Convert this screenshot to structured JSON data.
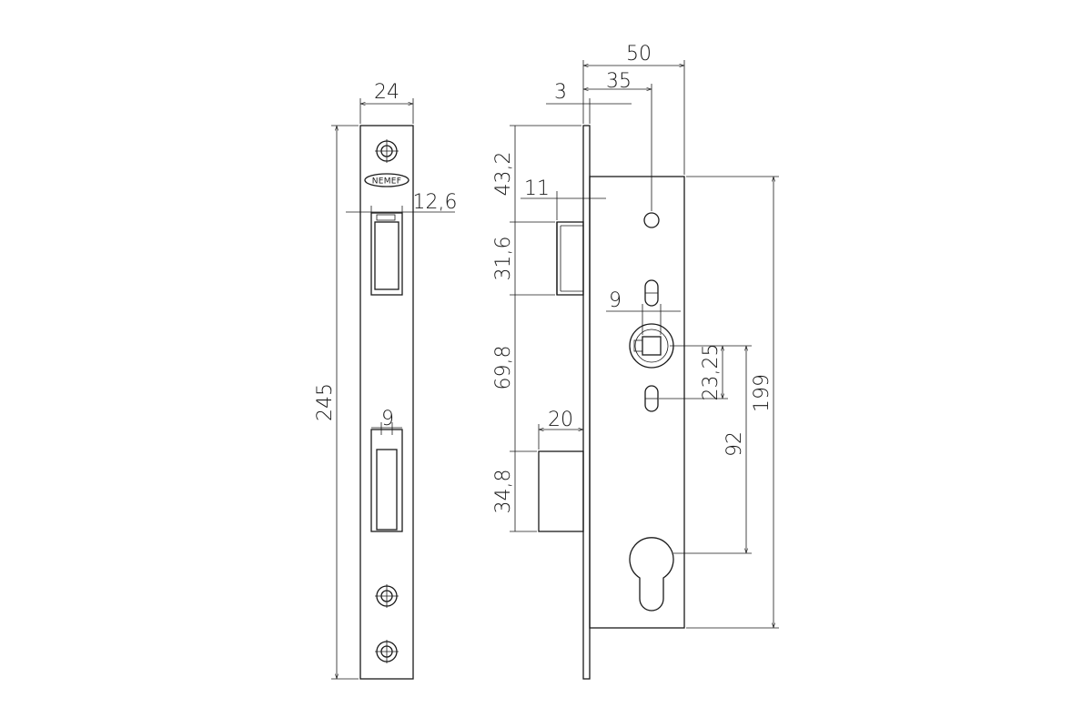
{
  "brand": {
    "logo": "NEMEF"
  },
  "dimensions": {
    "faceplate_width": "24",
    "latch_offset": "12,6",
    "total_height": "245",
    "deadbolt_width": "9",
    "overall_depth": "50",
    "backset": "35",
    "faceplate_thickness": "3",
    "latch_projection": "11",
    "top_to_latch": "43,2",
    "latch_height": "31,6",
    "latch_to_bolt": "69,8",
    "bolt_projection": "20",
    "bolt_height": "34,8",
    "spindle_size": "9",
    "spindle_to_screw": "23,25",
    "spindle_to_cylinder": "92",
    "case_height": "199"
  }
}
